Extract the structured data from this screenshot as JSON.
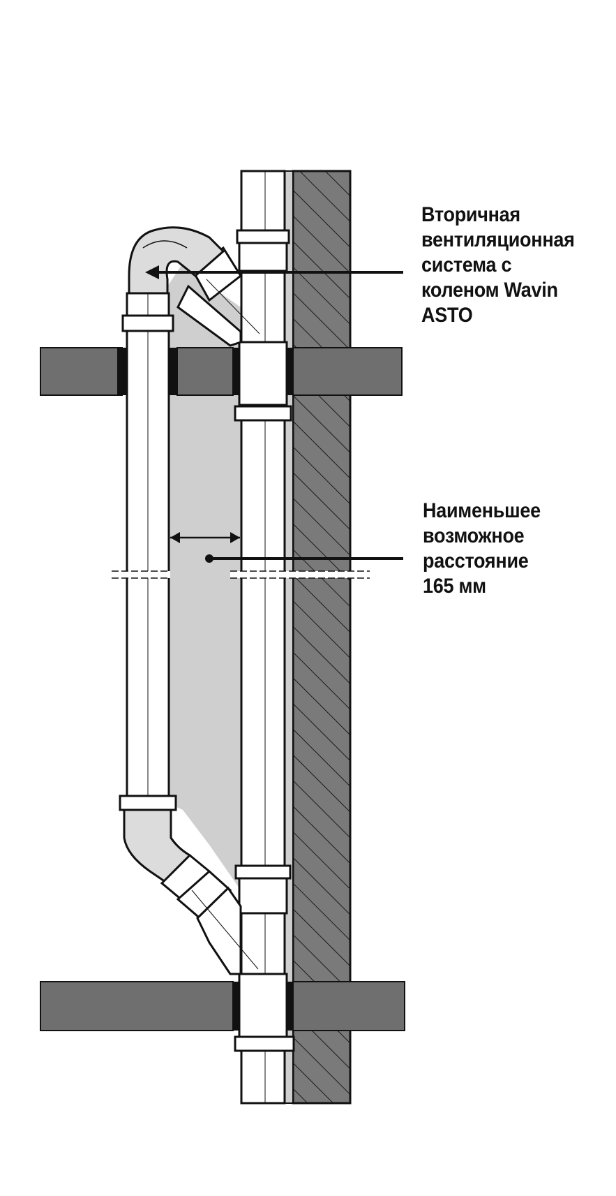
{
  "labels": {
    "secondary_vent": {
      "lines": [
        "Вторичная",
        "вентиляционная",
        "система с",
        "коленом Wavin",
        "ASTO"
      ]
    },
    "min_distance": {
      "lines": [
        "Наименьшее",
        "возможное",
        "расстояние",
        "165 мм"
      ]
    }
  },
  "colors": {
    "outline": "#111111",
    "wall_fill": "#7a7a7a",
    "slab_fill": "#6f6f6f",
    "shade_fill": "#cfcfcf",
    "pipe_fill": "#ffffff"
  }
}
